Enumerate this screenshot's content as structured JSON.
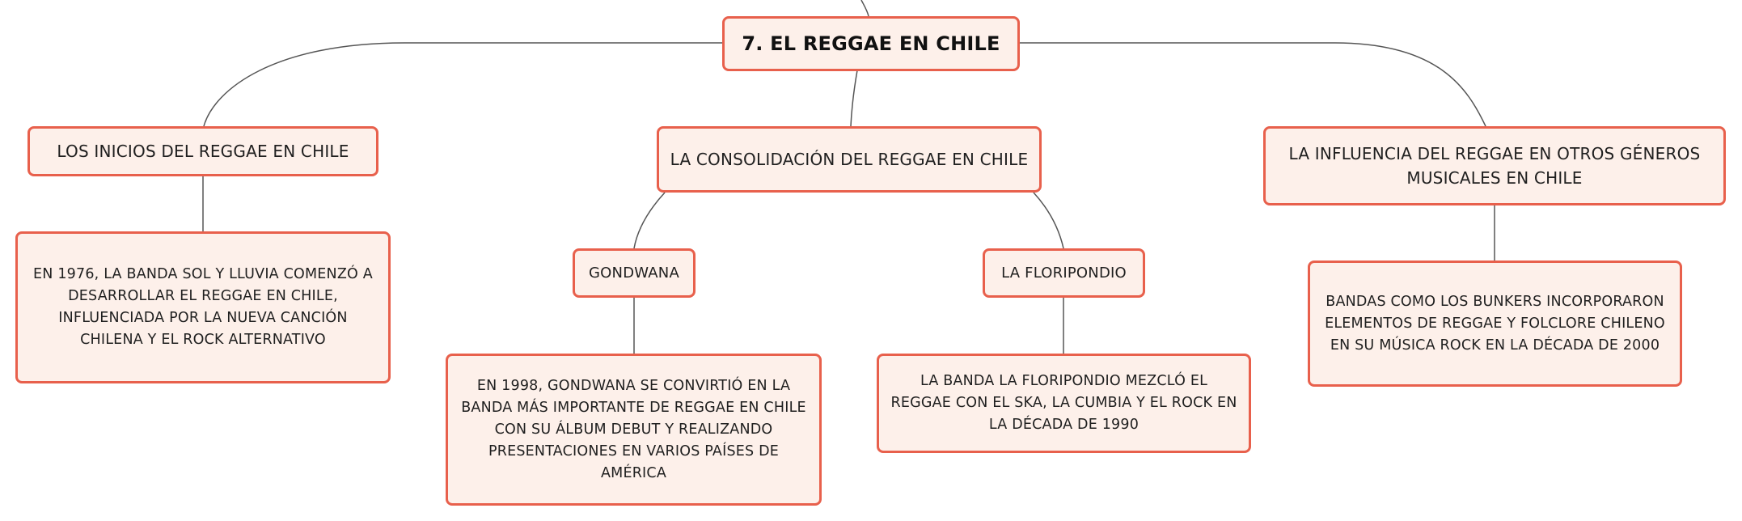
{
  "root": {
    "label": "7. EL REGGAE EN CHILE"
  },
  "branches": [
    {
      "label": "LOS INICIOS DEL REGGAE EN CHILE",
      "detail": "EN 1976, LA BANDA SOL Y LLUVIA COMENZÓ A DESARROLLAR EL REGGAE EN CHILE, INFLUENCIADA POR LA NUEVA CANCIÓN CHILENA Y EL ROCK ALTERNATIVO"
    },
    {
      "label": "LA CONSOLIDACIÓN DEL REGGAE EN CHILE",
      "children": [
        {
          "label": "GONDWANA",
          "detail": "EN 1998, GONDWANA SE CONVIRTIÓ EN LA BANDA MÁS IMPORTANTE DE REGGAE EN CHILE CON SU ÁLBUM DEBUT Y REALIZANDO PRESENTACIONES EN VARIOS PAÍSES DE AMÉRICA"
        },
        {
          "label": "LA FLORIPONDIO",
          "detail": "LA BANDA LA FLORIPONDIO MEZCLÓ EL REGGAE CON EL SKA, LA CUMBIA Y EL ROCK EN LA DÉCADA DE 1990"
        }
      ]
    },
    {
      "label": "LA INFLUENCIA DEL REGGAE EN OTROS GÉNEROS MUSICALES EN CHILE",
      "detail": "BANDAS COMO LOS BUNKERS INCORPORARON ELEMENTOS DE REGGAE Y FOLCLORE CHILENO EN SU MÚSICA ROCK EN LA DÉCADA DE 2000"
    }
  ],
  "colors": {
    "node_fill": "#fdf0ea",
    "node_border": "#e8604c",
    "connector": "#555555"
  }
}
